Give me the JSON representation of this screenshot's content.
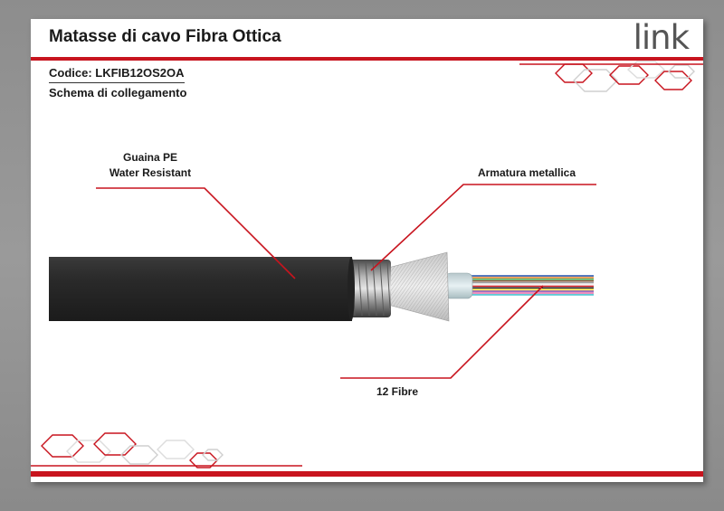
{
  "title": "Matasse di cavo Fibra Ottica",
  "logo": "link",
  "code": "Codice: LKFIB12OS2OA",
  "subtitle": "Schema di collegamento",
  "labels": {
    "sheath": [
      "Guaina PE",
      "Water Resistant"
    ],
    "armor": "Armatura metallica",
    "fibers": "12 Fibre"
  },
  "colors": {
    "accent": "#c8141e",
    "sheath": "#2a2a2a",
    "background": "#8d8d8d"
  },
  "fiber_colors": [
    "#1f4fa8",
    "#e07a1a",
    "#2f9a3a",
    "#7a4a2a",
    "#9a9a9a",
    "#f2f2f2",
    "#d0181e",
    "#111111",
    "#e8d21a",
    "#7a3fa0",
    "#e86aa8",
    "#28b8c8"
  ]
}
